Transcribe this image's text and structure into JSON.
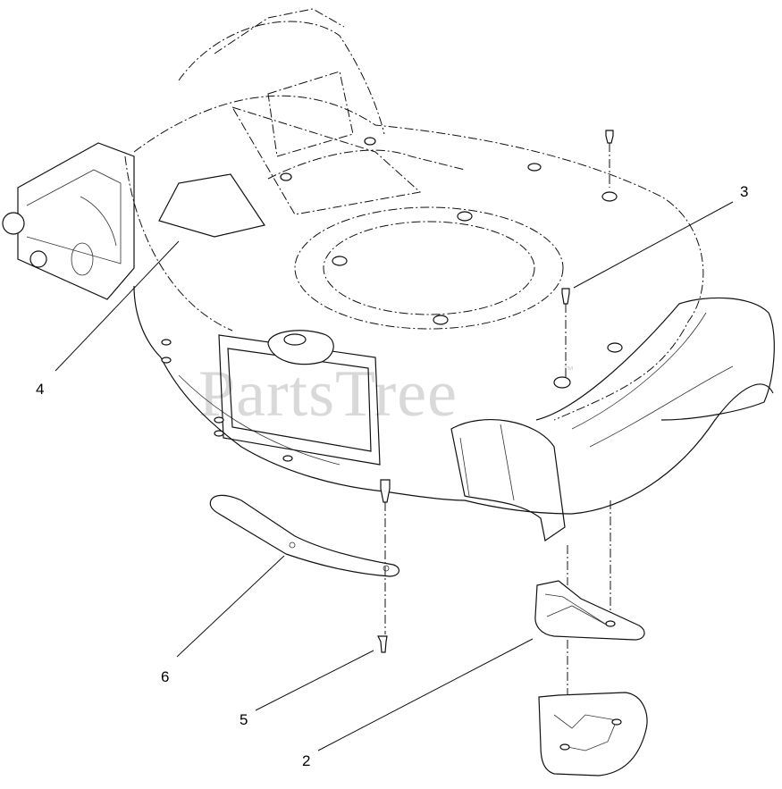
{
  "watermark": "PartsTree",
  "watermark_mark": "™",
  "decal_text": "",
  "callouts": [
    {
      "id": "callout-3",
      "label": "3"
    },
    {
      "id": "callout-4",
      "label": "4"
    },
    {
      "id": "callout-6",
      "label": "6"
    },
    {
      "id": "callout-5",
      "label": "5"
    },
    {
      "id": "callout-2",
      "label": "2"
    }
  ]
}
